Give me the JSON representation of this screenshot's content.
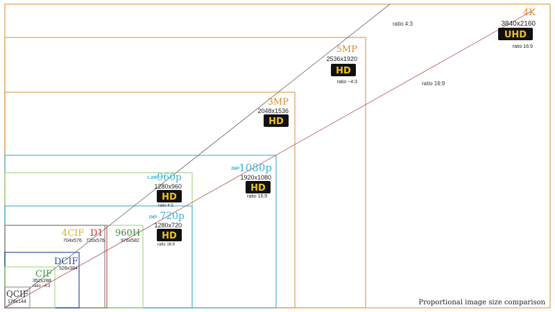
{
  "caption": "Proportional image size comparison",
  "lines": {
    "ratio_43": "ratio 4:3",
    "ratio_169": "ratio 16:9"
  },
  "formats": {
    "uhd4k": {
      "name": "4K",
      "res": "3840x2160",
      "badge": "UHD",
      "ratio": "ratio 16:9",
      "color": "#e08a2a"
    },
    "mp5": {
      "name": "5MP",
      "res": "2536x1920",
      "badge": "HD",
      "ratio": "ratio ~4:3",
      "color": "#e08a2a"
    },
    "mp3": {
      "name": "3MP",
      "res": "2048x1536",
      "badge": "HD",
      "color": "#e08a2a"
    },
    "p1080": {
      "prefix": "2MP",
      "name": "1080p",
      "res": "1920x1080",
      "badge": "HD",
      "ratio": "ratio 16:9",
      "color": "#3ab0d8"
    },
    "p960": {
      "prefix": "1.3MP",
      "name": "960p",
      "res": "1280x960",
      "badge": "HD",
      "ratio": "ratio 4:3",
      "color": "#3ab0d8"
    },
    "p720": {
      "prefix": "1MP",
      "name": "720p",
      "res": "1280x720",
      "badge": "HD",
      "ratio": "ratio 16:9",
      "color": "#3ab0d8"
    },
    "h960": {
      "name": "960H",
      "res": "976x582",
      "color": "#3a8a3a"
    },
    "d1": {
      "name": "D1",
      "res": "720x576",
      "color": "#d03030"
    },
    "cif4": {
      "name": "4CIF",
      "res": "704x576",
      "color": "#d8b020"
    },
    "dcif": {
      "name": "DCIF",
      "res": "528x384",
      "color": "#2a4a9a"
    },
    "cif": {
      "name": "CIF",
      "res": "352x288",
      "ratio": "ratio ~4:3",
      "color": "#3a9a3a"
    },
    "qcif": {
      "name": "QCIF",
      "res": "176x144",
      "color": "#333333"
    }
  },
  "colors": {
    "orange": "#e0a050",
    "cyan": "#4ab8d8",
    "lightgreen": "#a8d888",
    "gray": "#999999",
    "red": "#c06060",
    "navy": "#3050a0",
    "line_43": "#666666",
    "line_169": "#b05050"
  }
}
